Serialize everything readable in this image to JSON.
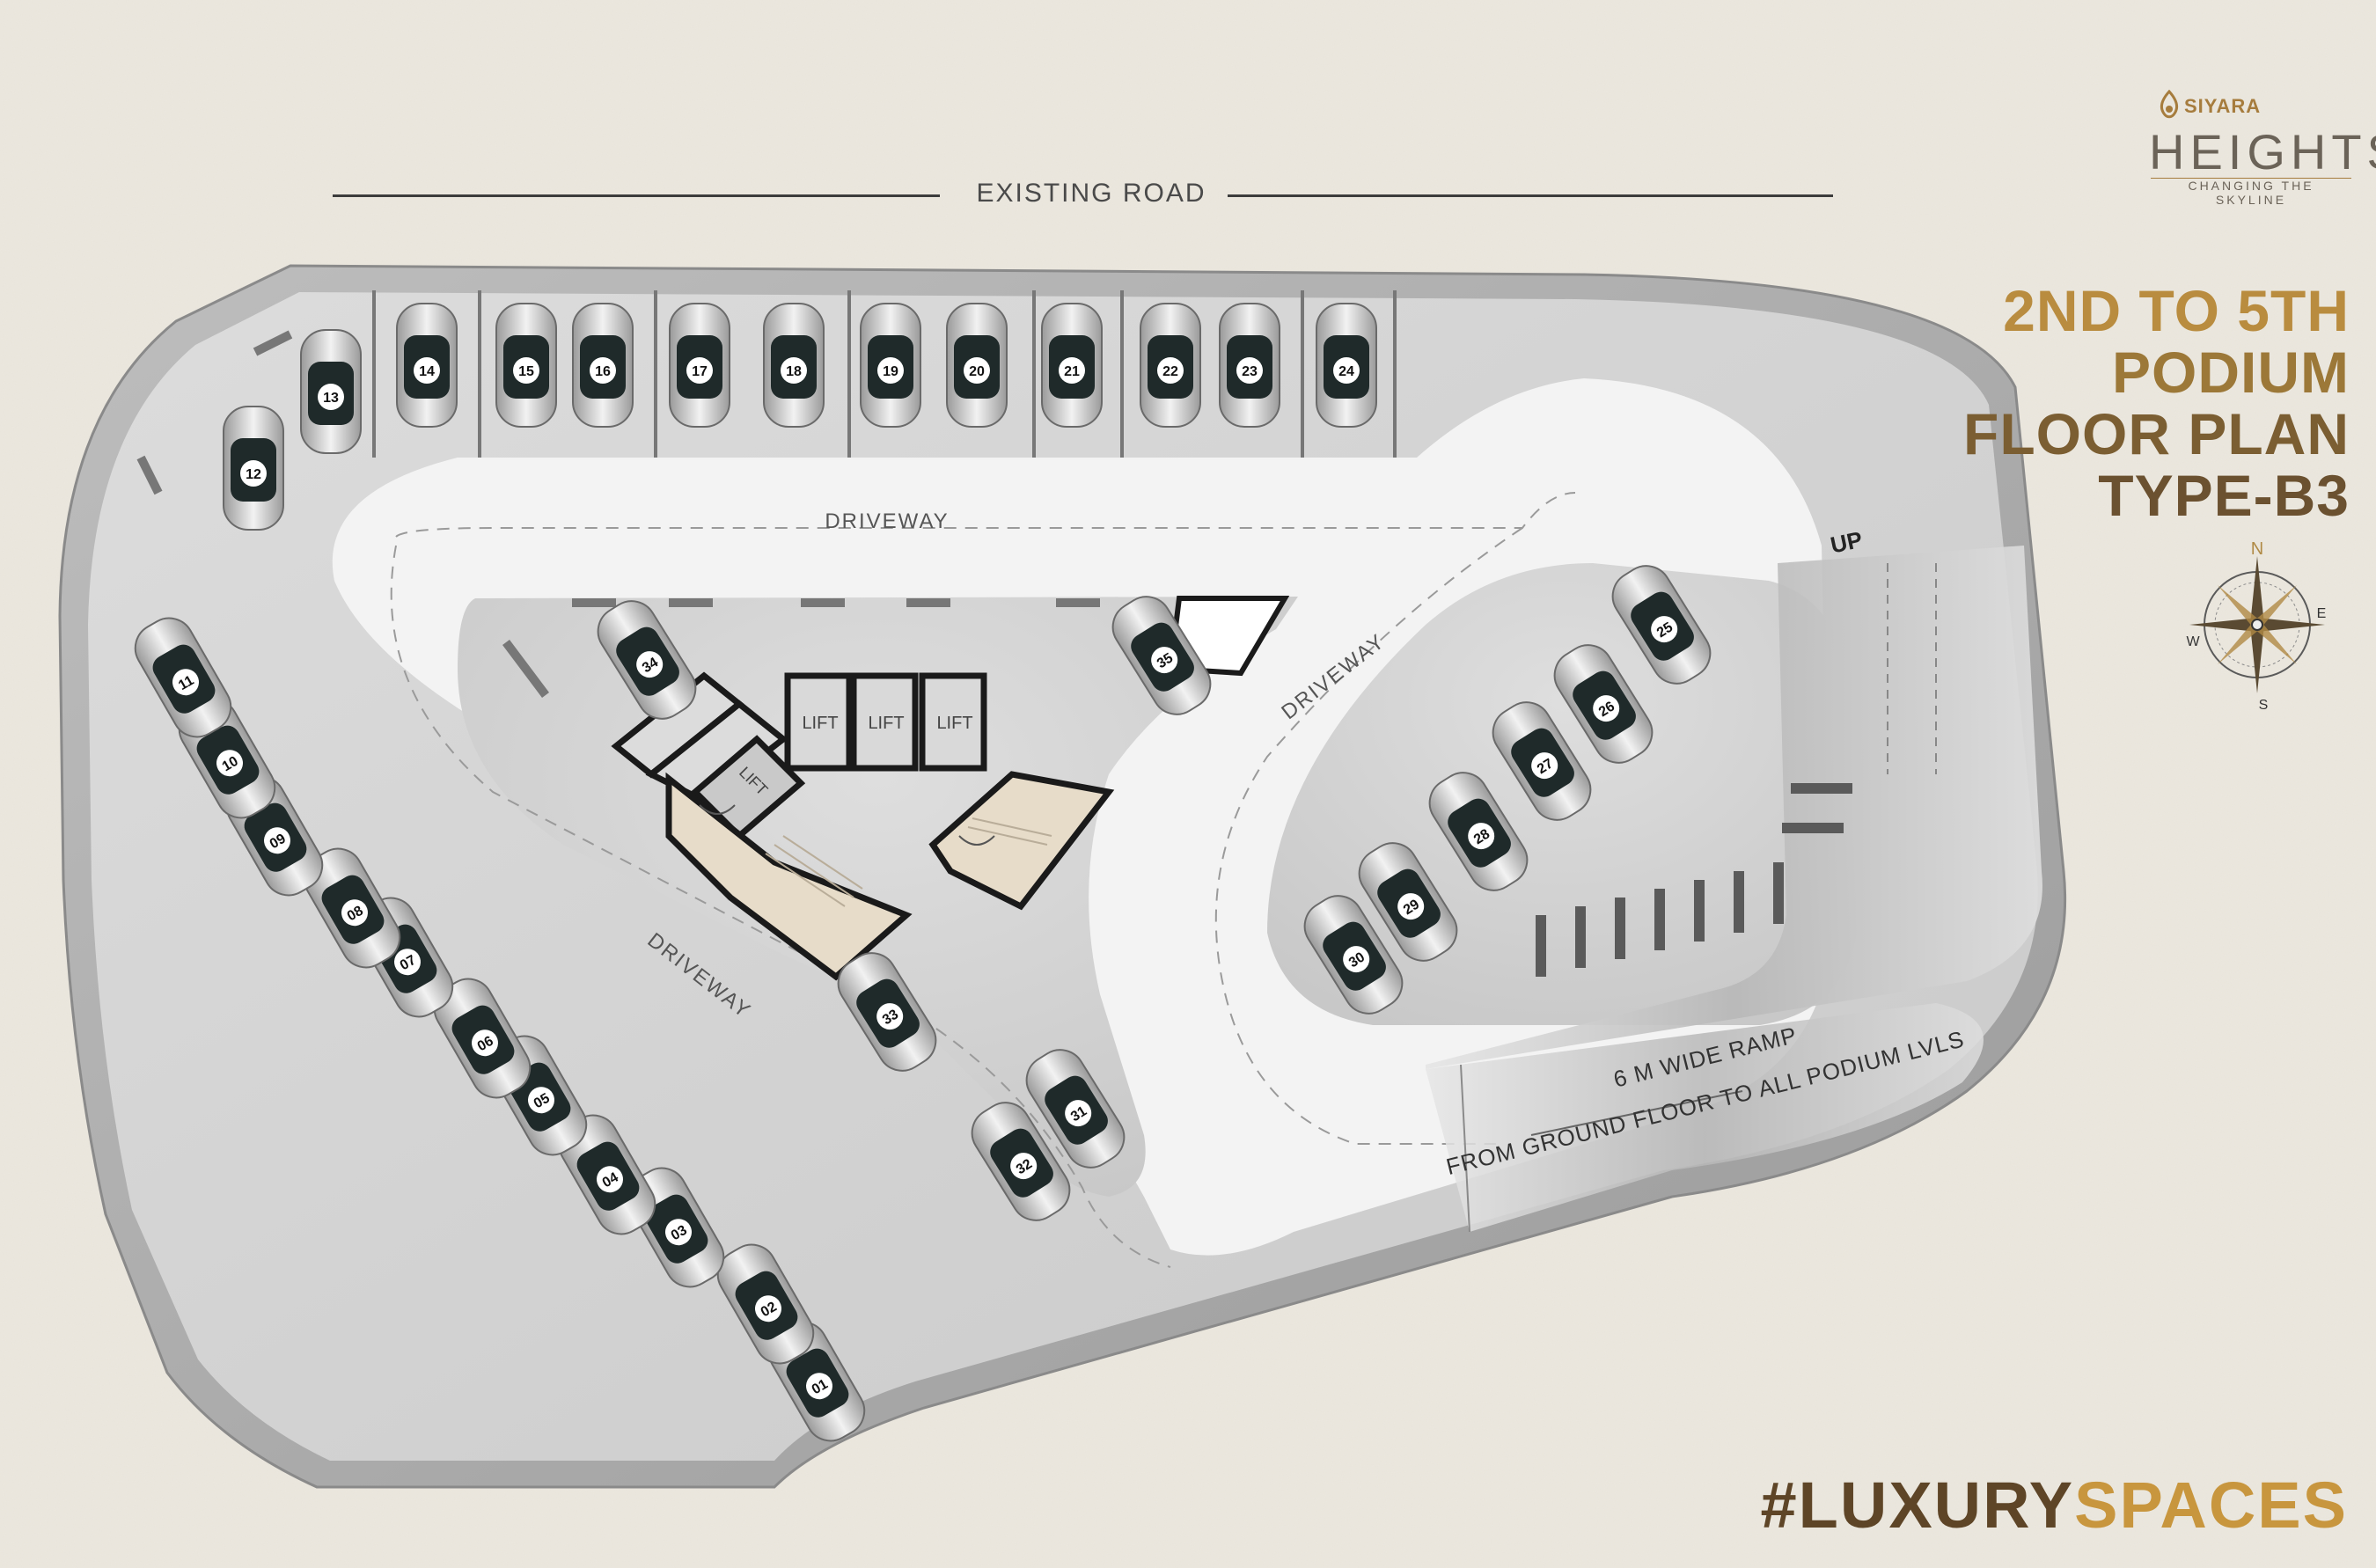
{
  "header": {
    "road_label": "EXISTING ROAD"
  },
  "logo": {
    "brand": "SIYARA",
    "name": "HEIGHTS",
    "tagline": "CHANGING THE SKYLINE",
    "accent_color": "#a67c3d"
  },
  "title": {
    "line1": "2ND TO 5TH",
    "line2": "PODIUM",
    "line3": "FLOOR PLAN",
    "line4": "TYPE-B3"
  },
  "compass": {
    "north": "N",
    "east": "E",
    "south": "S",
    "west": "W"
  },
  "plan": {
    "driveway_labels": [
      "DRIVEWAY",
      "DRIVEWAY",
      "DRIVEWAY"
    ],
    "lift_labels": [
      "LIFT",
      "LIFT",
      "LIFT",
      "LIFT"
    ],
    "up_label": "UP",
    "ramp_line1": "6 M WIDE RAMP",
    "ramp_line2": "FROM GROUND FLOOR TO ALL PODIUM LVLS",
    "parking_numbers": [
      "01",
      "02",
      "03",
      "04",
      "05",
      "06",
      "07",
      "08",
      "09",
      "10",
      "11",
      "12",
      "13",
      "14",
      "15",
      "16",
      "17",
      "18",
      "19",
      "20",
      "21",
      "22",
      "23",
      "24",
      "25",
      "26",
      "27",
      "28",
      "29",
      "30",
      "31",
      "32",
      "33",
      "34",
      "35"
    ]
  },
  "footer": {
    "hashtag_a": "#LUXURY",
    "hashtag_b": "SPACES"
  }
}
